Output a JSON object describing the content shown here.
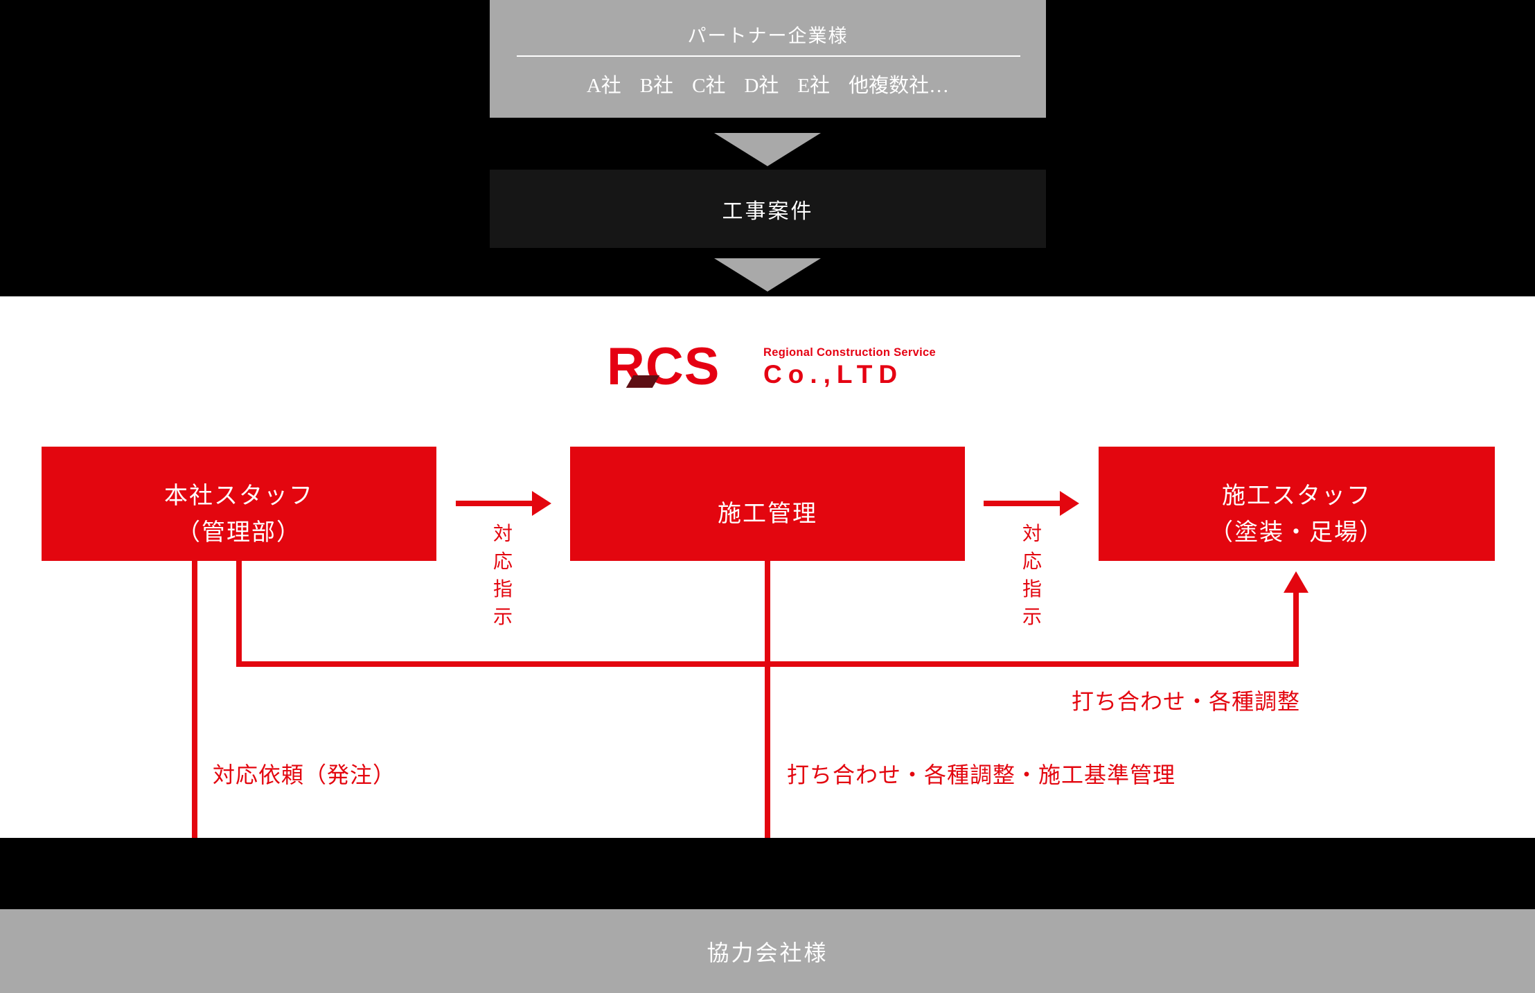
{
  "top_flow": {
    "partner_box": {
      "title": "パートナー企業様",
      "companies": [
        "A社",
        "B社",
        "C社",
        "D社",
        "E社",
        "他複数社…"
      ]
    },
    "project_box": {
      "label": "工事案件"
    }
  },
  "logo": {
    "acronym": "RCS",
    "tagline": "Regional Construction Service",
    "suffix": "Co.,LTD"
  },
  "org_boxes": {
    "head_office": {
      "line1": "本社スタッフ",
      "line2": "（管理部）"
    },
    "construction_management": {
      "line1": "施工管理"
    },
    "construction_staff": {
      "line1": "施工スタッフ",
      "line2": "（塗装・足場）"
    }
  },
  "arrow_labels": {
    "directive": "対応指示",
    "meeting_adjustment": "打ち合わせ・各種調整",
    "request_order": "対応依頼（発注）",
    "meeting_adjustment_standards": "打ち合わせ・各種調整・施工基準管理"
  },
  "bottom": {
    "partner_band_label": "協力会社様"
  },
  "colors": {
    "red": "#e3060f",
    "logo_red": "#e50012",
    "logo_dark_red": "#5d0f14",
    "gray": "#a9a9a9",
    "dark_box": "#161616",
    "black": "#000000",
    "white": "#ffffff"
  }
}
